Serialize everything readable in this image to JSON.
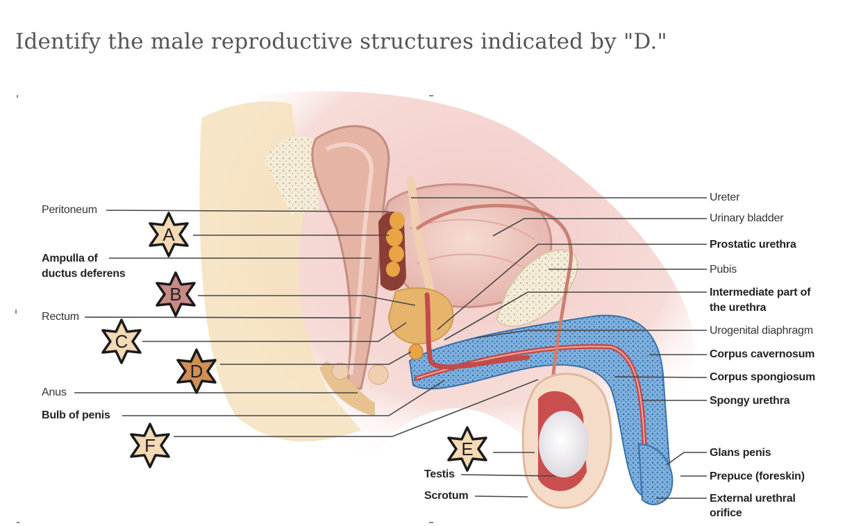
{
  "question": "Identify the male reproductive structures indicated by \"D.\"",
  "left_labels": {
    "peritoneum": "Peritoneum",
    "ampulla_line1": "Ampulla of",
    "ampulla_line2": "ductus deferens",
    "rectum": "Rectum",
    "anus": "Anus",
    "bulb": "Bulb of penis"
  },
  "right_labels": {
    "ureter": "Ureter",
    "urinary_bladder": "Urinary bladder",
    "prostatic_urethra": "Prostatic urethra",
    "pubis": "Pubis",
    "intermediate_line1": "Intermediate part of",
    "intermediate_line2": "the urethra",
    "urogenital_diaphragm": "Urogenital diaphragm",
    "corpus_cavernosum": "Corpus cavernosum",
    "corpus_spongiosum": "Corpus spongiosum",
    "spongy_urethra": "Spongy urethra",
    "glans_penis": "Glans penis",
    "prepuce": "Prepuce (foreskin)",
    "external_line1": "External urethral",
    "external_line2": "orifice"
  },
  "bottom_labels": {
    "testis": "Testis",
    "scrotum": "Scrotum"
  },
  "markers": {
    "a": {
      "letter": "A",
      "color": "#f3d9b4"
    },
    "b": {
      "letter": "B",
      "color": "#c98a86"
    },
    "c": {
      "letter": "C",
      "color": "#f3d9b4"
    },
    "d": {
      "letter": "D",
      "color": "#cf8f55"
    },
    "e": {
      "letter": "E",
      "color": "#f3d9b4"
    },
    "f": {
      "letter": "F",
      "color": "#f3d9b4"
    }
  }
}
